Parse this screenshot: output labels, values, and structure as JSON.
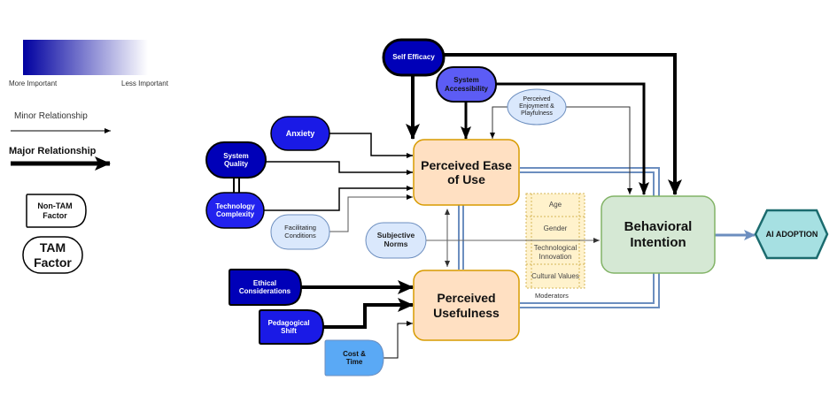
{
  "legend": {
    "gradient_more": "More Important",
    "gradient_less": "Less Important",
    "gradient_colors": [
      "#0000a0",
      "#ffffff"
    ],
    "minor_relationship": "Minor Relationship",
    "major_relationship": "Major Relationship",
    "non_tam_factor": "Non-TAM Factor",
    "tam_factor": "TAM Factor"
  },
  "nodes": {
    "self_efficacy": "Self Efficacy",
    "system_accessibility": "System Accessibility",
    "perceived_enjoyment": "Perceived Enjoyment & Playfulness",
    "anxiety": "Anxiety",
    "system_quality": "System Quality",
    "technology_complexity": "Technology Complexity",
    "facilitating_conditions": "Facilitating Conditions",
    "subjective_norms": "Subjective Norms",
    "ethical_considerations": "Ethical Considerations",
    "pedagogical_shift": "Pedagogical Shift",
    "cost_time": "Cost & Time",
    "perceived_ease_of_use": "Perceived Ease of Use",
    "perceived_usefulness": "Perceived Usefulness",
    "behavioral_intention": "Behavioral Intention",
    "ai_adoption": "AI ADOPTION"
  },
  "moderators": {
    "title": "Moderators",
    "items": [
      "Age",
      "Gender",
      "Technological Innovation",
      "Cultural Values"
    ]
  },
  "colors": {
    "darkest_blue": "#0000b8",
    "dark_blue": "#1a1ae6",
    "medium_blue": "#3333ff",
    "light_purple_blue": "#5c5cf5",
    "sky_blue": "#5aa9f5",
    "pale_blue": "#dae8fc",
    "tam_orange": "#ffe0c2",
    "tam_orange_border": "#d79b00",
    "green": "#d5e8d4",
    "green_border": "#82b366",
    "teal": "#a6e0e2",
    "teal_border": "#1b6b6e",
    "moderator_fill": "#fff2cc",
    "moderator_border": "#d6b656",
    "blue_link": "#6c8ebf"
  }
}
